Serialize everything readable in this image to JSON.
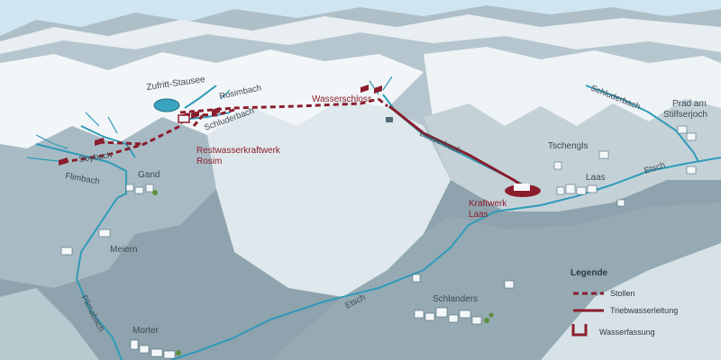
{
  "colors": {
    "sky": "#cfe6f2",
    "snow": "#f4f7f9",
    "mountain_light": "#c9d6dc",
    "mountain_mid": "#9fb3bc",
    "mountain_dark": "#7e939d",
    "valley": "#8aa0aa",
    "river": "#2f9bb8",
    "pipeline_dark_red": "#8b1d2c",
    "label_gray": "#3e4a52"
  },
  "reservoir": {
    "name": "Zufritt-Stausee"
  },
  "streams": {
    "rosimbach": "Rosimbach",
    "schluderbach_upper": "Schluderbach",
    "soybach": "Soybach",
    "flimbach": "Flimbach",
    "laaserbach": "Laaserbach",
    "schluderbach_right": "Schluderbach",
    "plimabach": "Plimabach",
    "etsch": [
      "Etsch",
      "Etsch"
    ]
  },
  "facilities": {
    "wasserschloss": "Wasserschloss",
    "restwasser_line1": "Restwasserkraftwerk",
    "restwasser_line2": "Rosim",
    "kraftwerk_line1": "Kraftwerk",
    "kraftwerk_line2": "Laas"
  },
  "places": {
    "gand": "Gand",
    "meiern": "Meiern",
    "morter": "Morter",
    "schlanders": "Schlanders",
    "tschengls": "Tschengls",
    "laas": "Laas",
    "prad_line1": "Prad am",
    "prad_line2": "Stilfserjoch"
  },
  "legend": {
    "title": "Legende",
    "items": [
      {
        "label": "Stollen",
        "symbol": "dashed-line-icon"
      },
      {
        "label": "Triebwasserleitung",
        "symbol": "solid-line-icon"
      },
      {
        "label": "Wasserfassung",
        "symbol": "intake-icon"
      }
    ]
  }
}
